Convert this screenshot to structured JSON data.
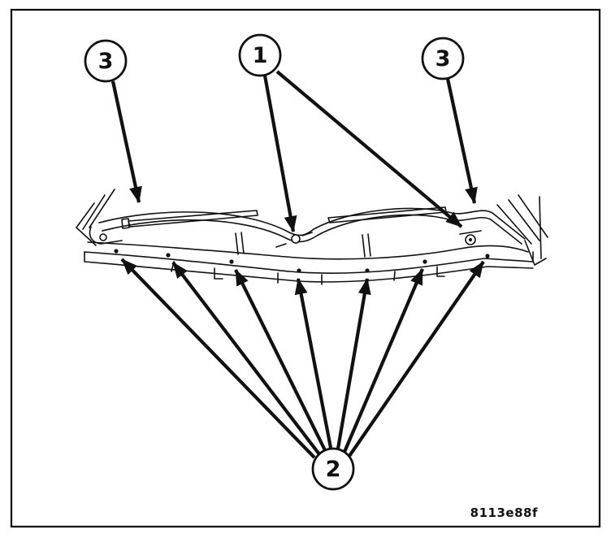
{
  "figure": {
    "code": "8113e88f",
    "callouts": [
      {
        "id": "3-left",
        "label": "3"
      },
      {
        "id": "1-top",
        "label": "1"
      },
      {
        "id": "3-right",
        "label": "3"
      },
      {
        "id": "2-bottom",
        "label": "2"
      }
    ]
  }
}
